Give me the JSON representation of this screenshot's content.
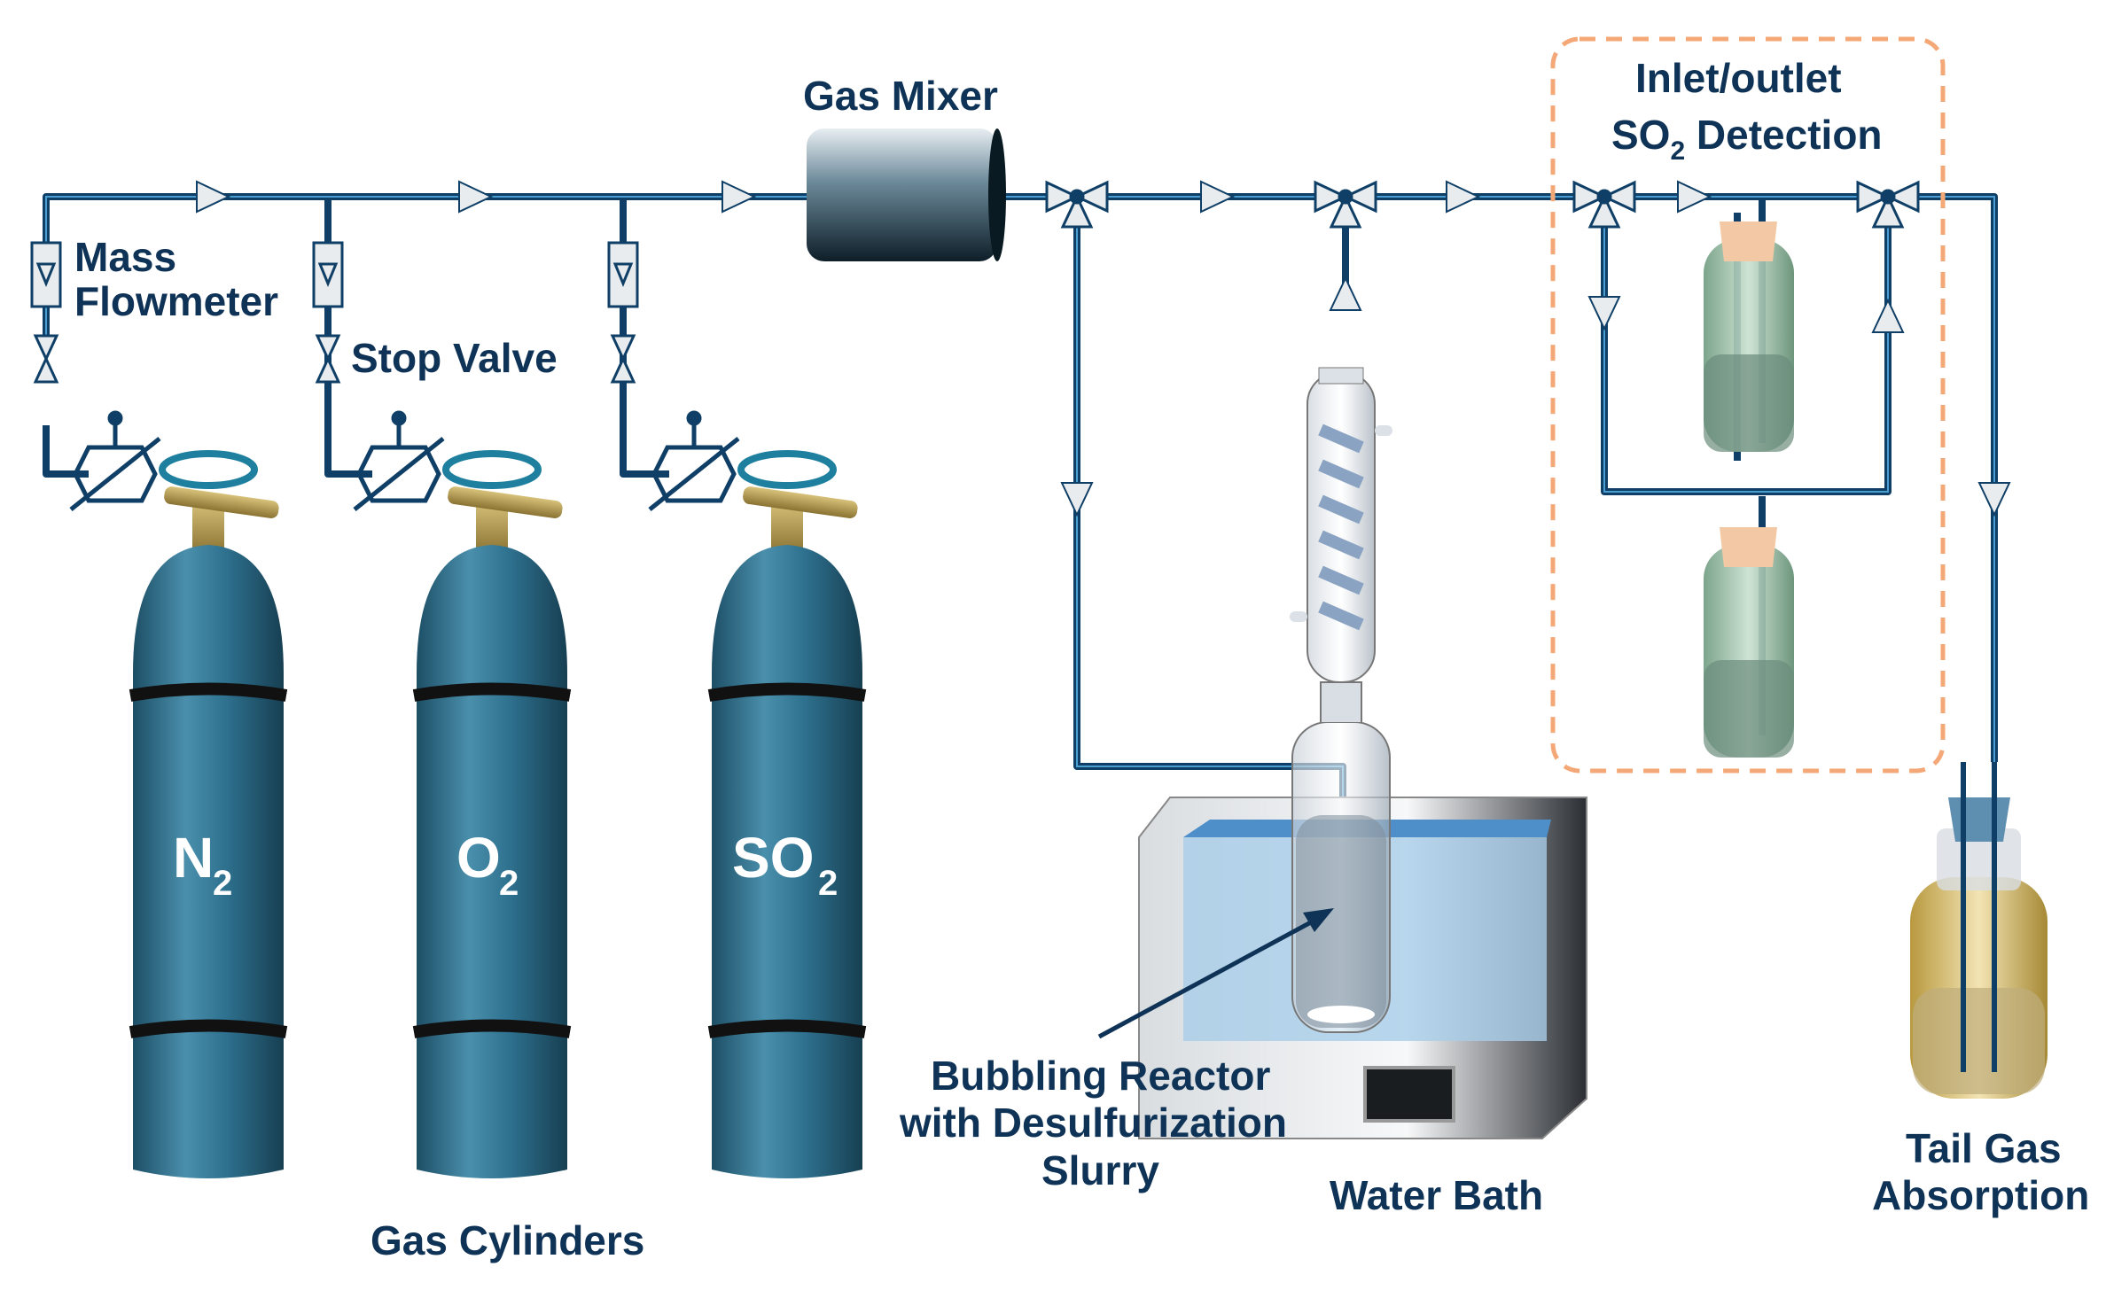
{
  "labels": {
    "gas_mixer": "Gas Mixer",
    "mass_flowmeter_1": "Mass",
    "mass_flowmeter_2": "Flowmeter",
    "stop_valve": "Stop Valve",
    "gas_cylinders": "Gas Cylinders",
    "bubbling_reactor_1": "Bubbling Reactor",
    "bubbling_reactor_2": "with Desulfurization",
    "bubbling_reactor_3": "Slurry",
    "water_bath": "Water Bath",
    "detection_1": "Inlet/outlet",
    "detection_2_main": "SO",
    "detection_2_sub": "2",
    "detection_2_rest": " Detection",
    "tail_gas_1": "Tail Gas",
    "tail_gas_2": "Absorption"
  },
  "cylinders": [
    {
      "main": "N",
      "sub": "2"
    },
    {
      "main": "O",
      "sub": "2"
    },
    {
      "main": "SO",
      "sub": "2"
    }
  ],
  "colors": {
    "pipe": "#0f3f66",
    "pipe_highlight": "#4a9fd0",
    "cylinder": "#2d6f8c",
    "label": "#0f3356",
    "detection_box": "#f4a877",
    "water": "#7fb8e0"
  }
}
